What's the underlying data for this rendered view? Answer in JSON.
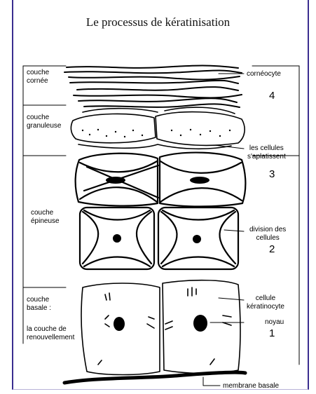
{
  "title": "Le processus de kératinisation",
  "left_labels": {
    "cornee": [
      "couche",
      "cornée"
    ],
    "granuleuse": [
      "couche",
      "granuleuse"
    ],
    "epineuse": [
      "couche",
      "épineuse"
    ],
    "basale": [
      "couche",
      "basale :"
    ],
    "renouvellement": [
      "la couche de",
      "renouvellement"
    ]
  },
  "right_labels": {
    "corneocyte": "cornéocyte",
    "aplatissent": [
      "les cellules",
      "s'aplatissent"
    ],
    "division": [
      "division des",
      "cellules"
    ],
    "keratinocyte": [
      "cellule",
      "kératinocyte"
    ],
    "noyau": "noyau",
    "membrane": "membrane basale"
  },
  "stage_numbers": [
    "4",
    "3",
    "2",
    "1"
  ]
}
